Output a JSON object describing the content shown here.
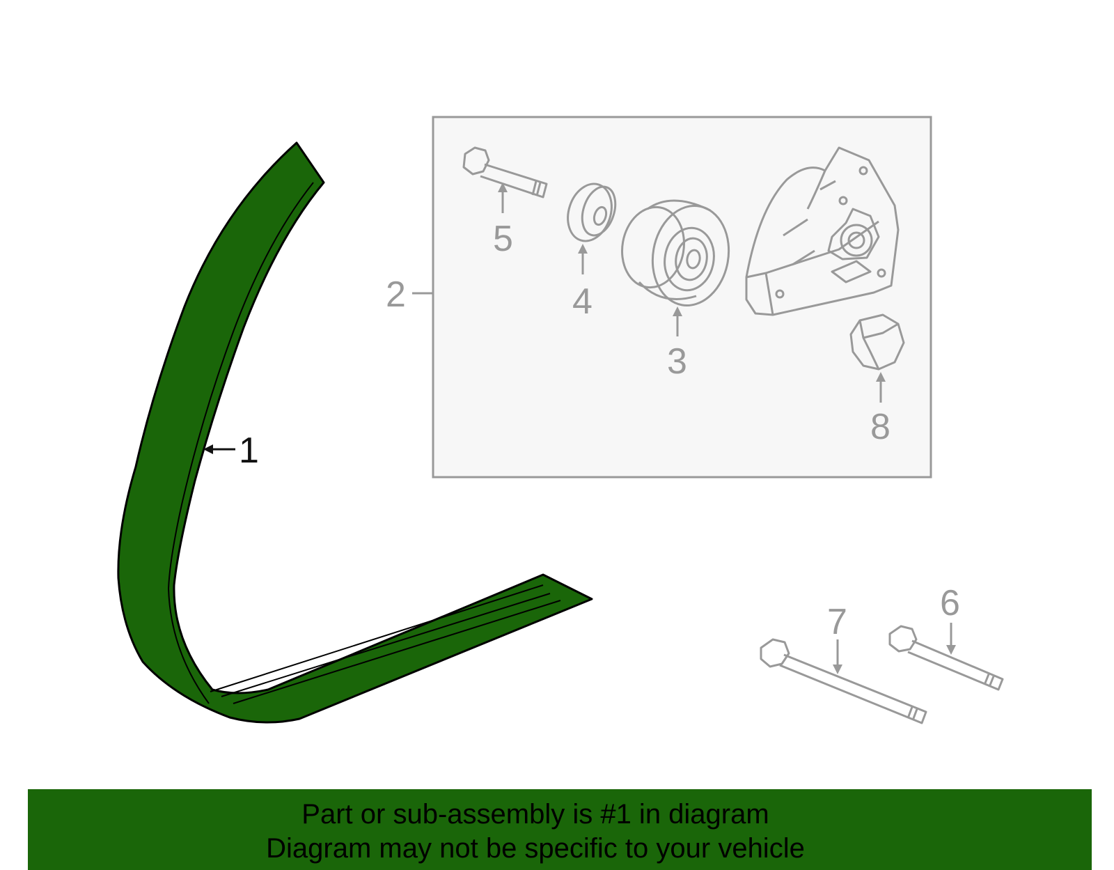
{
  "diagram": {
    "callouts": {
      "belt": "1",
      "tensioner_assembly": "2",
      "idler_pulley": "3",
      "washer": "4",
      "pulley_bolt": "5",
      "bolt_short": "6",
      "bolt_long": "7",
      "cap": "8"
    },
    "highlight_color": "#1a6609",
    "part_line_color": "#999999",
    "subassembly_box_fill": "#f7f7f7"
  },
  "banner": {
    "line1": "Part or sub-assembly is #1 in diagram",
    "line2": "Diagram may not be specific to your vehicle",
    "background": "#1a6609"
  }
}
